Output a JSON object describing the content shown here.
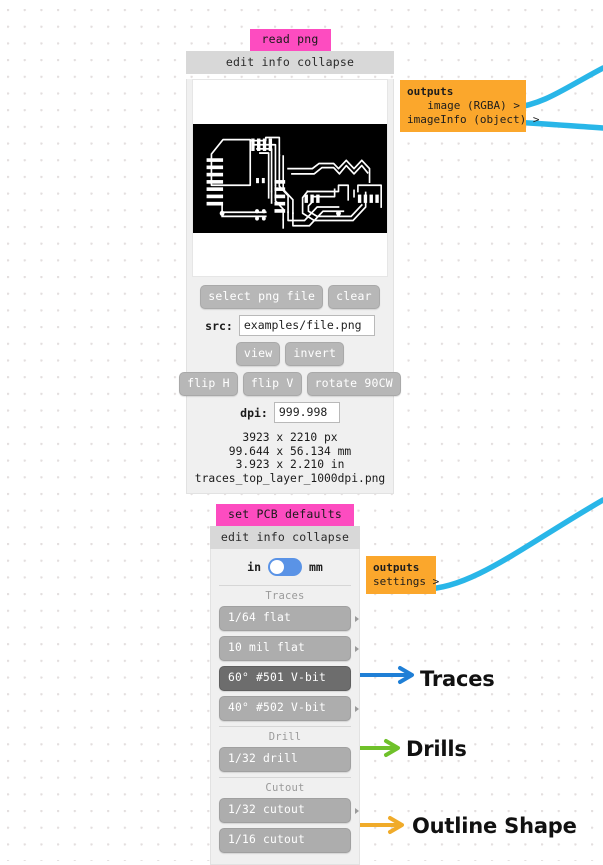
{
  "canvas": {
    "background": "#ffffff",
    "dot_color": "#e3dede"
  },
  "nodes": [
    {
      "id": "read-png",
      "title": "read png",
      "title_color": "#fd4cc0",
      "menu": "edit info collapse",
      "image": {
        "alt": "pcb traces top layer",
        "background": "#000000",
        "trace_color": "#ffffff"
      },
      "buttons_row1": [
        "select png file",
        "clear"
      ],
      "src_label": "src:",
      "src_value": "examples/file.png",
      "src_placeholder": "examples/file.png",
      "buttons_row2": [
        "view",
        "invert"
      ],
      "buttons_row3": [
        "flip H",
        "flip V",
        "rotate 90CW"
      ],
      "dpi_label": "dpi:",
      "dpi_value": "999.998",
      "info": [
        "3923 x 2210 px",
        "99.644 x 56.134 mm",
        "3.923 x 2.210 in",
        "traces_top_layer_1000dpi.png"
      ],
      "outputs": {
        "header": "outputs",
        "items": [
          "image (RGBA) >",
          "imageInfo (object) >"
        ],
        "color": "#fba72c"
      }
    },
    {
      "id": "set-pcb-defaults",
      "title": "set PCB defaults",
      "title_color": "#fd4cc0",
      "menu": "edit info collapse",
      "units": {
        "left_label": "in",
        "right_label": "mm",
        "state": "in",
        "track_color": "#5a93e6"
      },
      "groups": [
        {
          "label": "Traces",
          "items": [
            {
              "label": "1/64 flat",
              "selected": false
            },
            {
              "label": "10 mil flat",
              "selected": false
            },
            {
              "label": "60° #501 V-bit",
              "selected": true
            },
            {
              "label": "40° #502 V-bit",
              "selected": false
            }
          ]
        },
        {
          "label": "Drill",
          "items": [
            {
              "label": "1/32 drill",
              "selected": false
            }
          ]
        },
        {
          "label": "Cutout",
          "items": [
            {
              "label": "1/32 cutout",
              "selected": false
            },
            {
              "label": "1/16 cutout",
              "selected": false
            }
          ]
        }
      ],
      "outputs": {
        "header": "outputs",
        "items": [
          "settings >"
        ],
        "color": "#fba72c"
      }
    }
  ],
  "annotations": [
    {
      "label": "Traces",
      "arrow_color": "#1f7fd6"
    },
    {
      "label": "Drills",
      "arrow_color": "#6fc12a"
    },
    {
      "label": "Outline Shape",
      "arrow_color": "#f0ab2a"
    }
  ],
  "wires": {
    "color": "#29b6e8"
  }
}
